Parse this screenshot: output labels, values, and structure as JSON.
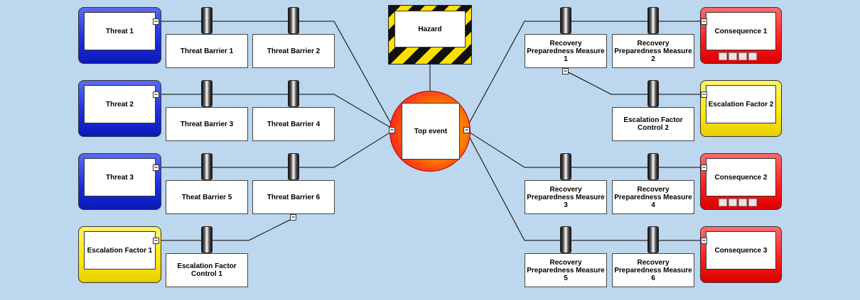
{
  "hazard": {
    "label": "Hazard"
  },
  "top_event": {
    "label": "Top event"
  },
  "threats": [
    {
      "label": "Threat 1"
    },
    {
      "label": "Threat 2"
    },
    {
      "label": "Threat 3"
    }
  ],
  "escalation_factors_left": [
    {
      "label": "Escalation Factor 1"
    }
  ],
  "threat_barriers": [
    {
      "label": "Threat Barrier 1"
    },
    {
      "label": "Threat Barrier 2"
    },
    {
      "label": "Threat Barrier 3"
    },
    {
      "label": "Threat Barrier 4"
    },
    {
      "label": "Theat Barrier 5"
    },
    {
      "label": "Threat  Barrier 6"
    }
  ],
  "escalation_controls": [
    {
      "label": "Escalation Factor Control 1"
    },
    {
      "label": "Escalation Factor Control 2"
    }
  ],
  "recovery_measures": [
    {
      "label": "Recovery Preparedness Measure 1"
    },
    {
      "label": "Recovery Preparedness Measure 2"
    },
    {
      "label": "Recovery Preparedness Measure 3"
    },
    {
      "label": "Recovery Preparedness Measure 4"
    },
    {
      "label": "Recovery Preparedness Measure 5"
    },
    {
      "label": "Recovery Preparedness Measure 6"
    }
  ],
  "consequences": [
    {
      "label": "Consequence 1"
    },
    {
      "label": "Consequence 2"
    },
    {
      "label": "Consequence 3"
    }
  ],
  "escalation_factors_right": [
    {
      "label": "Escalation Factor 2"
    }
  ],
  "collapse_glyph": "−",
  "colors": {
    "background": "#bdd7ee",
    "threat": "#1d2fe0",
    "escalation": "#ffe800",
    "consequence": "#ff1a1a",
    "top_event": "#ff7a00"
  }
}
